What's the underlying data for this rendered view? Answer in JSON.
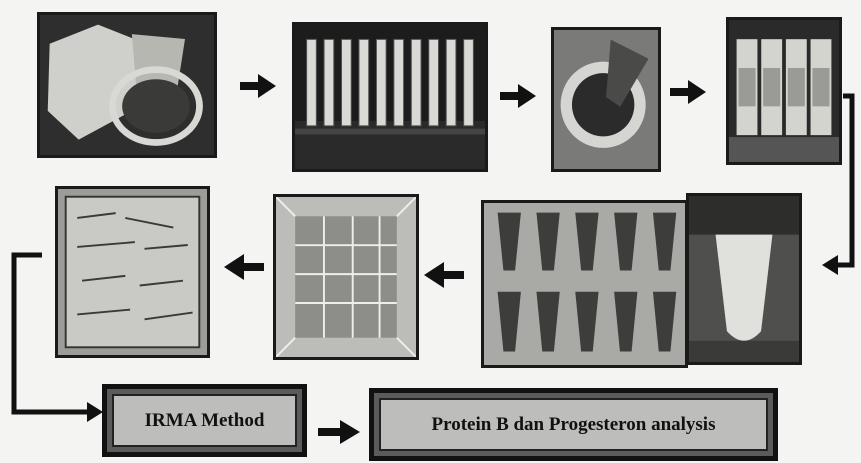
{
  "steps": {
    "irma": "IRMA Method",
    "analysis": "Protein B dan Progesteron analysis"
  },
  "photos": [
    {
      "id": "tissue-ring",
      "icon": "tissue-sample-photo"
    },
    {
      "id": "tube-rack",
      "icon": "tube-rack-photo"
    },
    {
      "id": "mortar",
      "icon": "mortar-grinding-photo"
    },
    {
      "id": "labeled-tubes",
      "icon": "centrifuge-tubes-photo"
    },
    {
      "id": "microtube-closeup",
      "icon": "microtube-photo"
    },
    {
      "id": "eppendorf-tubes",
      "icon": "eppendorf-tubes-photo"
    },
    {
      "id": "freezer-rack",
      "icon": "freezer-rack-photo"
    },
    {
      "id": "sample-bag",
      "icon": "labeled-sample-bag-photo"
    }
  ]
}
